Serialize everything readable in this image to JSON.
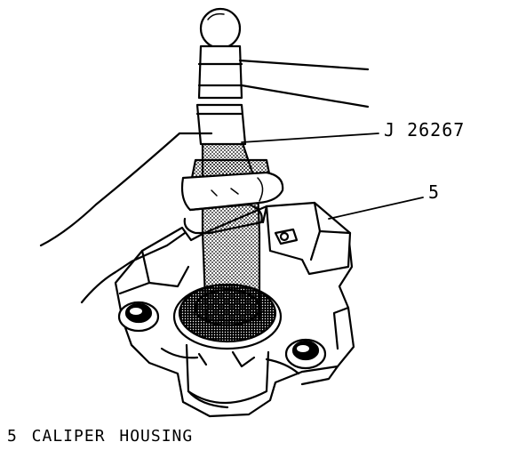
{
  "labels": {
    "tool": "J 26267",
    "item_number": "5"
  },
  "caption": "5   CALIPER HOUSING",
  "colors": {
    "ink": "#000000",
    "paper": "#ffffff"
  }
}
